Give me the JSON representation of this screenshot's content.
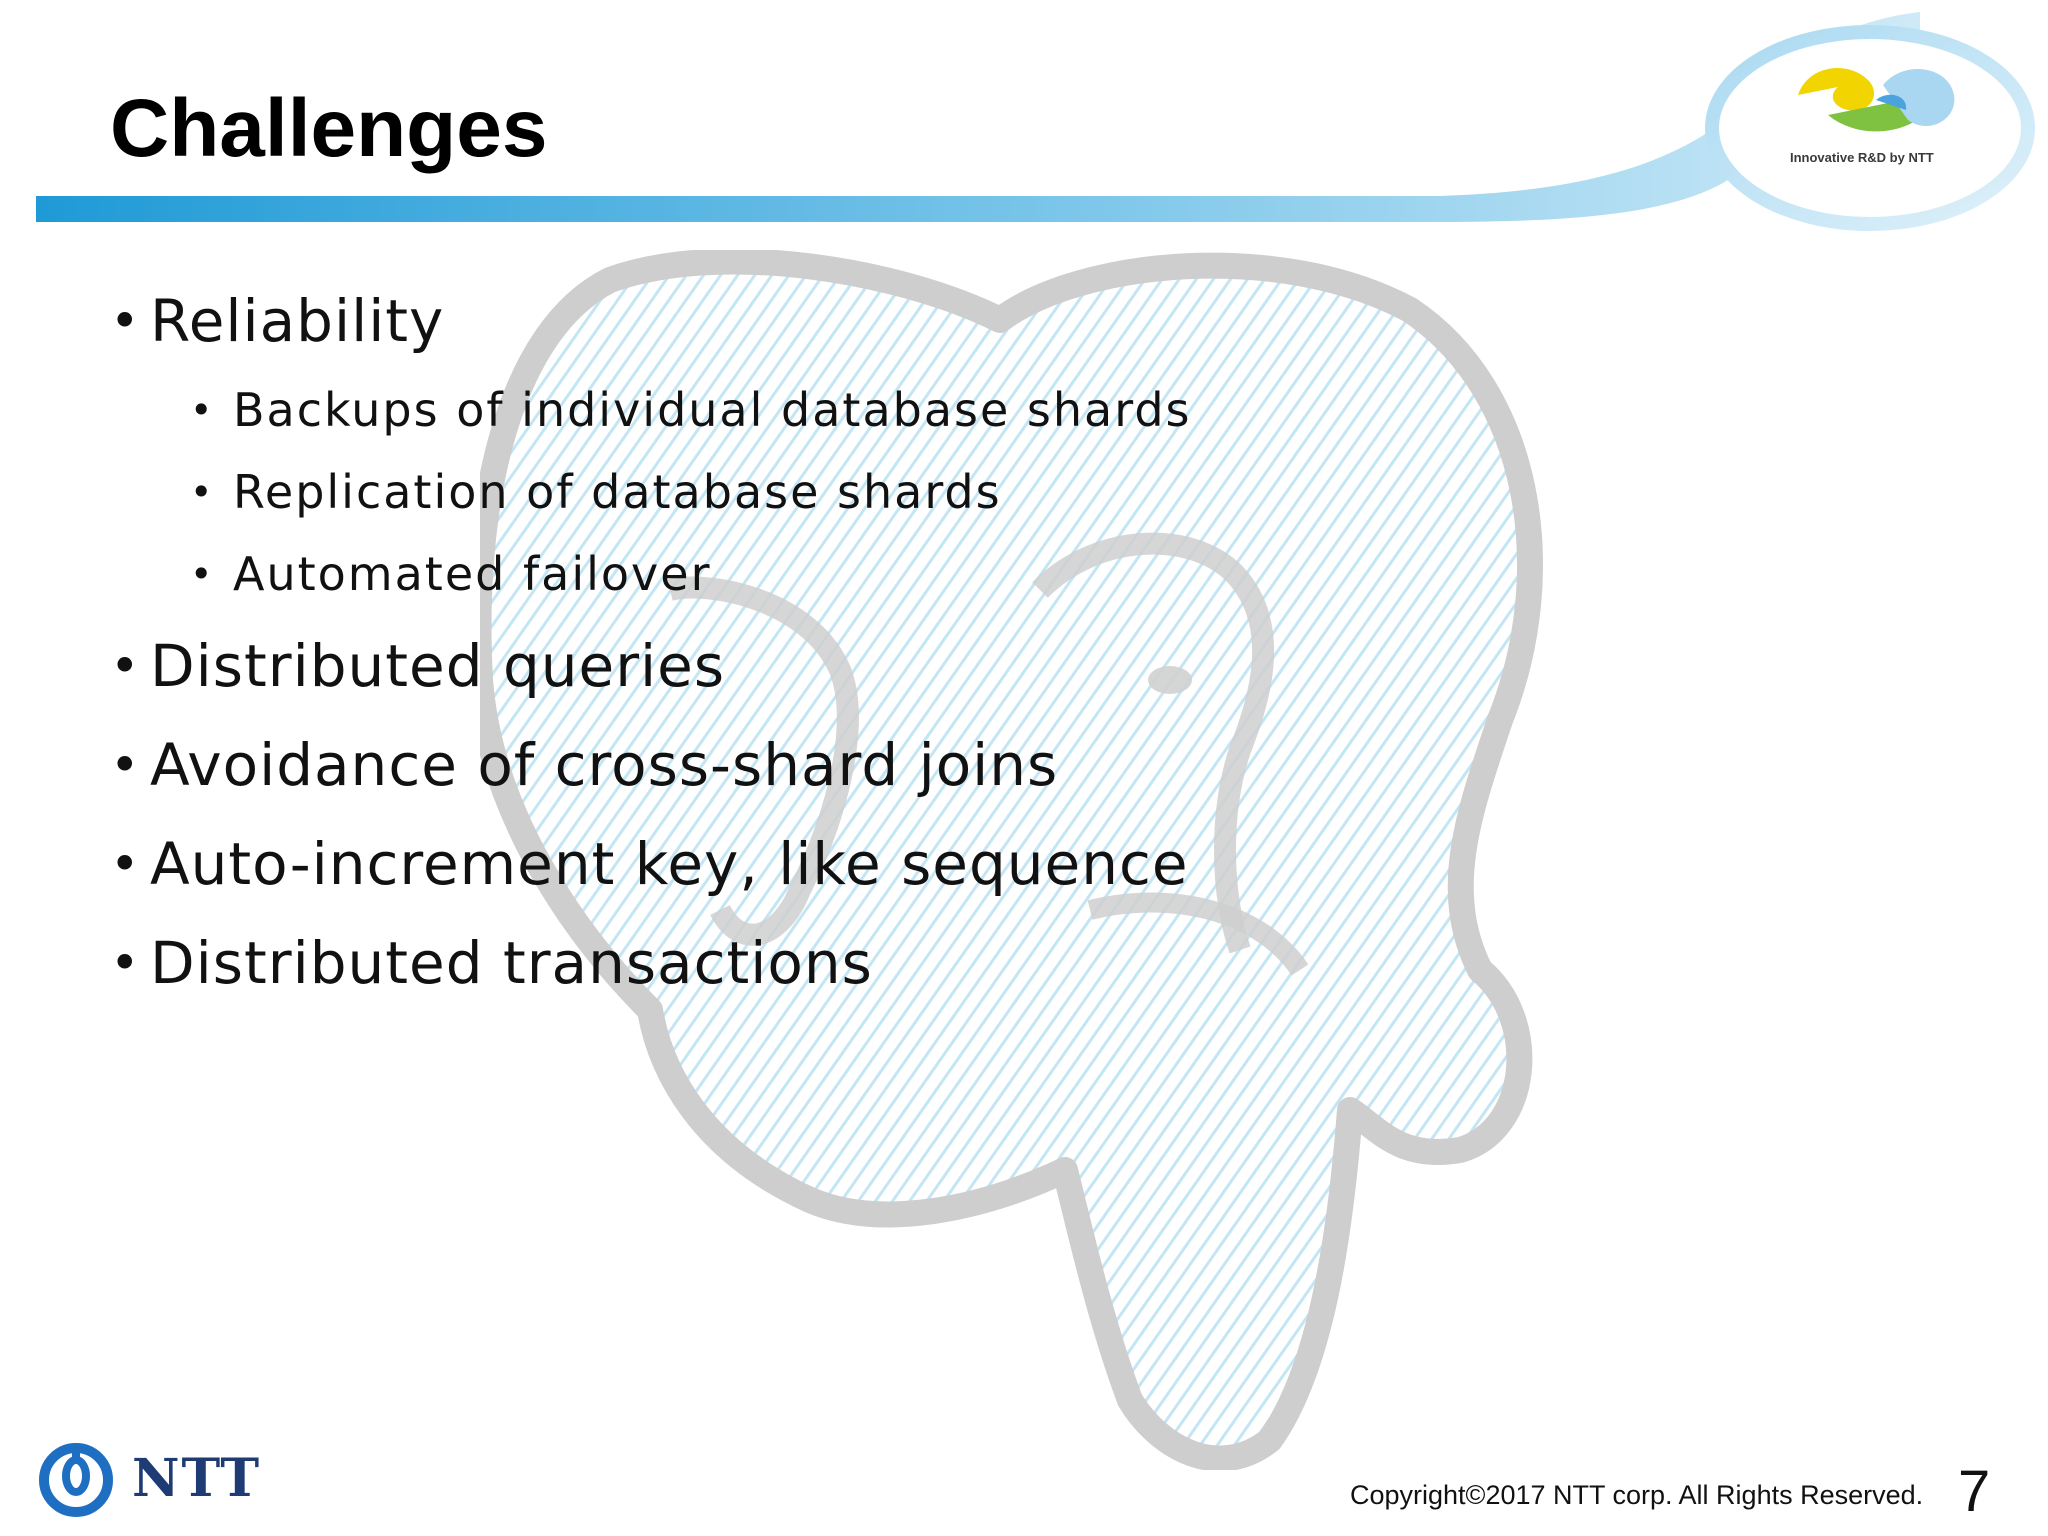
{
  "slide": {
    "title": "Challenges",
    "bullets": [
      {
        "text": "Reliability",
        "sub": [
          "Backups of individual database shards",
          "Replication of database shards",
          "Automated failover"
        ]
      },
      {
        "text": "Distributed queries"
      },
      {
        "text": "Avoidance of cross-shard joins"
      },
      {
        "text": "Auto-increment key, like sequence"
      },
      {
        "text": "Distributed transactions"
      }
    ],
    "bullet_glyph": "•"
  },
  "header": {
    "logo_text": "Innovative R&D by NTT",
    "accent": "#2a9bd6"
  },
  "footer": {
    "brand": "NTT",
    "copyright": "Copyright©2017  NTT corp. All Rights Reserved.",
    "page_number": "7"
  }
}
